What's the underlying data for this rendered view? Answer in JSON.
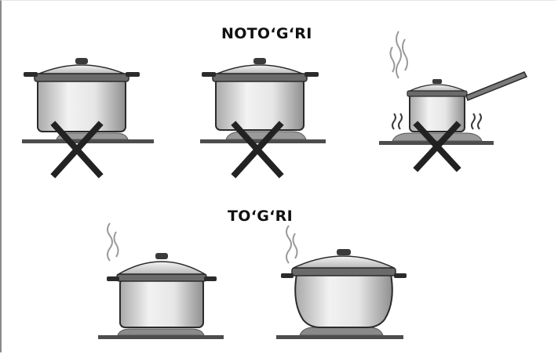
{
  "headings": {
    "incorrect": "NOTO‘G‘RI",
    "correct": "TO‘G‘RI"
  },
  "colors": {
    "pot_body": "#d9d9d9",
    "pot_outline": "#2b2b2b",
    "burner_plate": "#555555",
    "cross": "#222222",
    "steam": "#9a9a9a",
    "heat_waves": "#3a3a3a"
  },
  "figures": {
    "incorrect": [
      {
        "id": "pot-too-small-for-burner",
        "marked_wrong": true
      },
      {
        "id": "pot-not-centered-on-burner",
        "marked_wrong": true
      },
      {
        "id": "small-saucepan-on-large-burner",
        "marked_wrong": true
      }
    ],
    "correct": [
      {
        "id": "pot-matching-burner-size",
        "marked_wrong": false
      },
      {
        "id": "rounded-pot-matching-burner-size",
        "marked_wrong": false
      }
    ]
  }
}
